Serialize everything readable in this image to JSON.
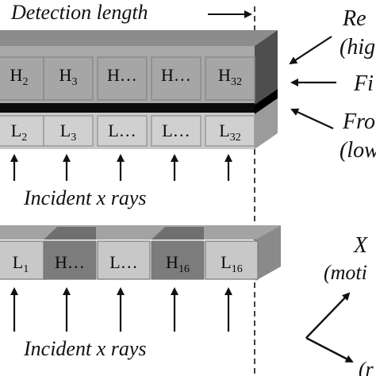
{
  "top_label": "Detection length",
  "right_labels": {
    "rear": "Re",
    "rear_paren": "(hig",
    "filter": "Fi",
    "front": "Fro",
    "front_paren": "(low"
  },
  "detector_top": {
    "high_cells": [
      {
        "base": "H",
        "sub": "2"
      },
      {
        "base": "H",
        "sub": "3"
      },
      {
        "base": "H…",
        "sub": ""
      },
      {
        "base": "H…",
        "sub": ""
      },
      {
        "base": "H",
        "sub": "32"
      }
    ],
    "low_cells": [
      {
        "base": "L",
        "sub": "2"
      },
      {
        "base": "L",
        "sub": "3"
      },
      {
        "base": "L…",
        "sub": ""
      },
      {
        "base": "L…",
        "sub": ""
      },
      {
        "base": "L",
        "sub": "32"
      }
    ],
    "incident_label": "Incident x rays"
  },
  "detector_bottom": {
    "cells": [
      {
        "base": "L",
        "sub": "1",
        "kind": "low"
      },
      {
        "base": "H…",
        "sub": "",
        "kind": "high"
      },
      {
        "base": "L…",
        "sub": "",
        "kind": "low"
      },
      {
        "base": "H",
        "sub": "16",
        "kind": "high"
      },
      {
        "base": "L",
        "sub": "16",
        "kind": "low"
      }
    ],
    "incident_label": "Incident x rays"
  },
  "axes_labels": {
    "x_label": "X",
    "x_paren": "(moti",
    "bottom_right": "(r"
  },
  "colors": {
    "top_face": "#8f8f8f",
    "high_face": "#b4b4b4",
    "high_cell": "#a6a6a6",
    "low_cell": "#d0d0d0",
    "filter": "#0a0a0a",
    "side_dark": "#4a4a4a",
    "side_light": "#9a9a9a",
    "bottom_high": "#7c7c7c",
    "bottom_low": "#c8c8c8"
  }
}
